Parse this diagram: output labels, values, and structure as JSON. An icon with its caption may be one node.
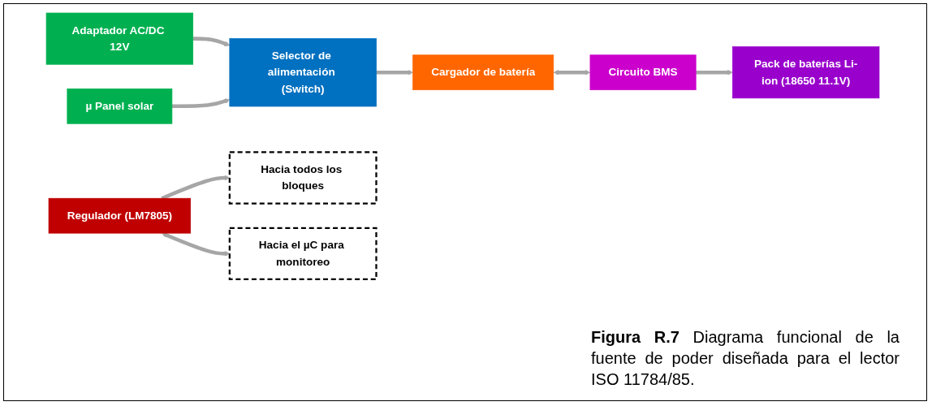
{
  "diagram": {
    "caption": "**Figura R.7** Diagrama funcional de la fuente de poder diseñada para el lector ISO 11784/85.",
    "nodes": [
      {
        "text": [
          "Adaptador AC/DC 12V"
        ]
      },
      {
        "text": [
          "Selector de alimentación (Switch)"
        ]
      },
      {
        "text": [
          "µ Panel solar"
        ]
      },
      {
        "text": [
          "Cargador de batería"
        ]
      },
      {
        "text": [
          "Regulador (LM7805)"
        ]
      },
      {
        "text": [
          "Hacia todos los bloques"
        ]
      },
      {
        "text": [
          "Circuito BMS"
        ]
      },
      {
        "text": [
          "Pack de baterías Li-ion (18650 11.1V)"
        ]
      },
      {
        "text": [
          "Hacia el µC para monitoreo"
        ]
      }
    ],
    "edges": [
      {
        "from": 0,
        "to": 1,
        "arrow": "to"
      },
      {
        "from": 2,
        "to": 1,
        "arrow": "to"
      },
      {
        "from": 1,
        "to": 3,
        "arrow": "to"
      },
      {
        "from": 3,
        "to": 6,
        "arrow": "both"
      },
      {
        "from": 4,
        "to": 8,
        "arrow": "both"
      },
      {
        "from": 4,
        "to": 5,
        "arrow": "to"
      },
      {
        "from": 6,
        "to": 7,
        "arrow": "to"
      }
    ]
  }
}
